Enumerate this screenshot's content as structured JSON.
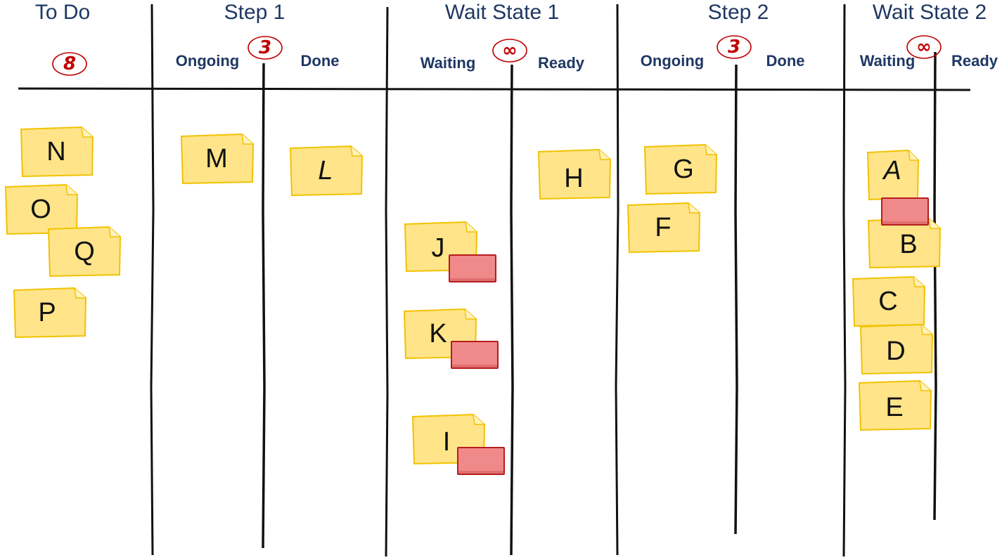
{
  "columns": [
    {
      "title": "To Do",
      "wip": "8"
    },
    {
      "title": "Step 1",
      "wip": "3",
      "left": "Ongoing",
      "right": "Done"
    },
    {
      "title": "Wait State 1",
      "wip": "∞",
      "left": "Waiting",
      "right": "Ready"
    },
    {
      "title": "Step 2",
      "wip": "3",
      "left": "Ongoing",
      "right": "Done"
    },
    {
      "title": "Wait State 2",
      "wip": "∞",
      "left": "Waiting",
      "right": "Ready"
    }
  ],
  "cards": {
    "todo": [
      "N",
      "O",
      "Q",
      "P"
    ],
    "step1_ongoing": [
      "M"
    ],
    "step1_done": [
      "L"
    ],
    "wait1_waiting": [
      "J",
      "K",
      "I"
    ],
    "wait1_ready": [
      "H"
    ],
    "step2_ongoing": [
      "G",
      "F"
    ],
    "wait2_waiting": [
      "A",
      "B",
      "C",
      "D",
      "E"
    ]
  },
  "blocked_cards": [
    "J",
    "K",
    "I",
    "A"
  ],
  "colors": {
    "heading": "#1f3864",
    "wip_limit": "#c00000",
    "note_fill": "#ffe48a",
    "note_border": "#f2c200",
    "blocker_fill": "#f08a8a",
    "blocker_border": "#b71c1c"
  }
}
